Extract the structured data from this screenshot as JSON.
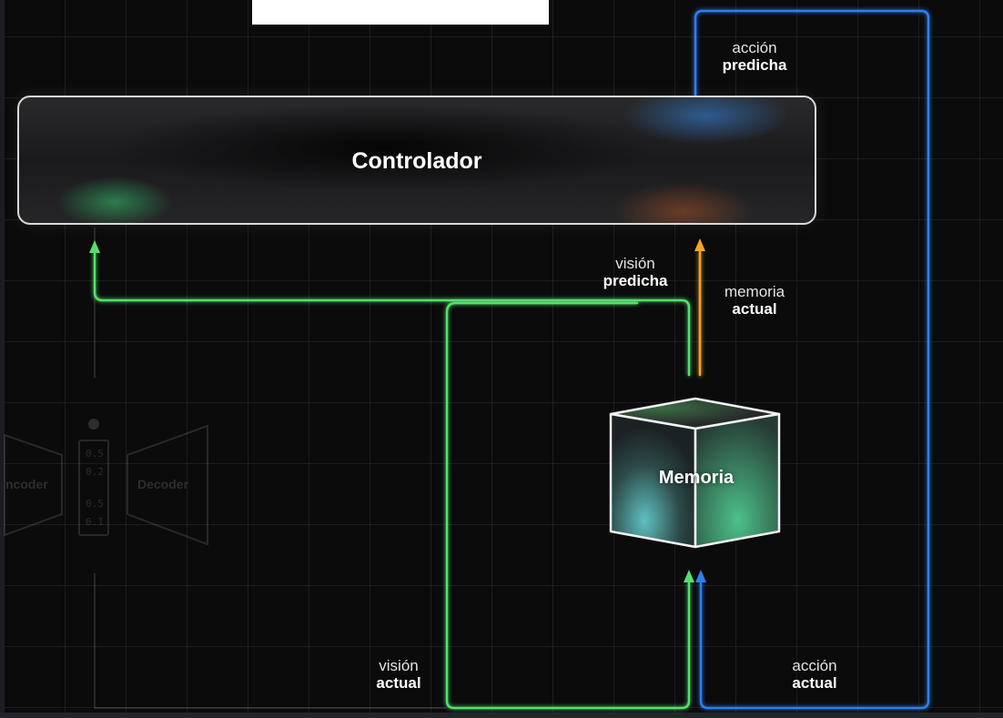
{
  "header_bar": {
    "color": "#ffffff"
  },
  "controller": {
    "label": "Controlador"
  },
  "memory": {
    "label": "Memoria"
  },
  "labels": {
    "accion_predicha": {
      "line1": "acción",
      "line2": "predicha"
    },
    "vision_predicha": {
      "line1": "visión",
      "line2": "predicha"
    },
    "memoria_actual": {
      "line1": "memoria",
      "line2": "actual"
    },
    "vision_actual": {
      "line1": "visión",
      "line2": "actual"
    },
    "accion_actual": {
      "line1": "acción",
      "line2": "actual"
    }
  },
  "background_model": {
    "encoder_label": "ncoder",
    "decoder_label": "Decoder",
    "vector_values": [
      "0.5",
      "0.2",
      "0.5",
      "0.1"
    ]
  },
  "colors": {
    "vision": "#55e06e",
    "memory": "#f5a623",
    "action": "#2f7ef0",
    "grid": "rgba(255,255,255,0.07)",
    "background": "#0b0b0c"
  }
}
